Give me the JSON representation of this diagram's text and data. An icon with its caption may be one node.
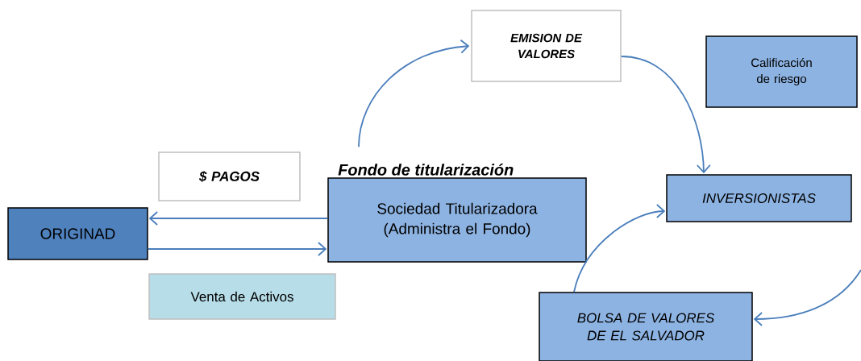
{
  "diagram": {
    "nodes": [
      {
        "text": [
          "ORIGINAD"
        ]
      },
      {
        "text": [
          "$ PAGOS"
        ]
      },
      {
        "text": [
          "Venta de Activos"
        ]
      },
      {
        "text": [
          "Fondo de titularización",
          "Sociedad Titularizadora (Administra el Fondo)"
        ]
      },
      {
        "text": [
          "EMISION DE VALORES"
        ]
      },
      {
        "text": [
          "Calificación de riesgo"
        ]
      },
      {
        "text": [
          "INVERSIONISTAS"
        ]
      },
      {
        "text": [
          "BOLSA DE VALORES DE EL SALVADOR"
        ]
      }
    ],
    "edges": [
      {
        "from": 3,
        "to": 0,
        "arrow": "to"
      },
      {
        "from": 0,
        "to": 3,
        "arrow": "to"
      },
      {
        "from": 3,
        "to": 4,
        "arrow": "to"
      },
      {
        "from": 4,
        "to": 6,
        "arrow": "to"
      },
      {
        "from": 7,
        "to": 6,
        "arrow": "to"
      },
      {
        "from": null,
        "to": 7,
        "arrow": "to"
      }
    ]
  }
}
